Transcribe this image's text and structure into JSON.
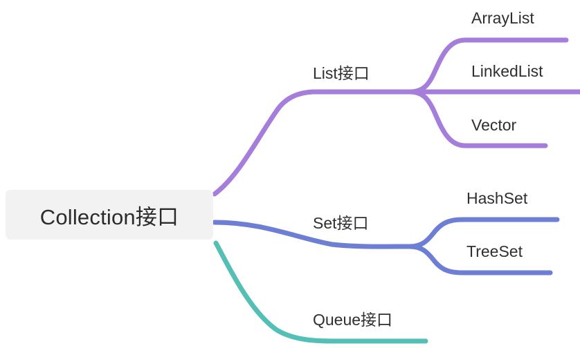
{
  "diagram": {
    "title": "Collection接口",
    "type": "mind-map",
    "background_color": "#ffffff",
    "text_color": "#2f2f2f",
    "root": {
      "label": "Collection接口",
      "box_color": "#f2f2f2"
    },
    "branches": [
      {
        "id": "list",
        "label": "List接口",
        "color": "#a57ddb",
        "children": [
          {
            "id": "arraylist",
            "label": "ArrayList"
          },
          {
            "id": "linkedlist",
            "label": "LinkedList"
          },
          {
            "id": "vector",
            "label": "Vector"
          }
        ]
      },
      {
        "id": "set",
        "label": "Set接口",
        "color": "#6d7fd4",
        "children": [
          {
            "id": "hashset",
            "label": "HashSet"
          },
          {
            "id": "treeset",
            "label": "TreeSet"
          }
        ]
      },
      {
        "id": "queue",
        "label": "Queue接口",
        "color": "#53bfb5",
        "children": []
      }
    ]
  },
  "colors": {
    "purple": "#a57ddb",
    "blue": "#6d7fd4",
    "teal": "#53bfb5",
    "root_box": "#f2f2f2",
    "text": "#2f2f2f"
  }
}
